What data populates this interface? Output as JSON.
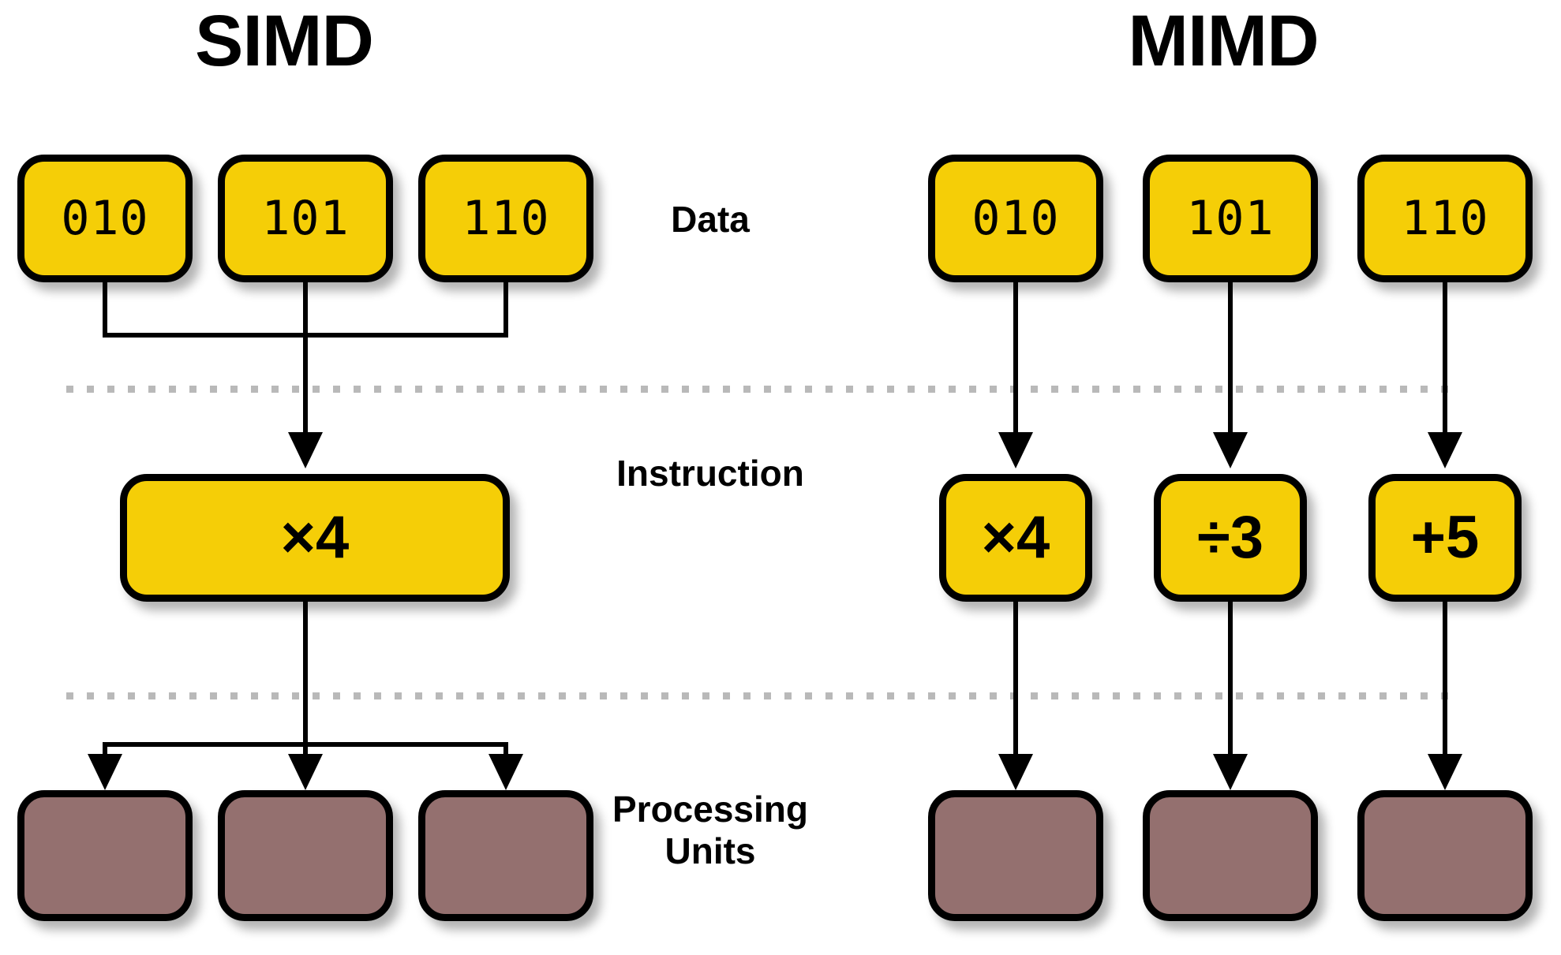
{
  "titles": {
    "left": "SIMD",
    "right": "MIMD"
  },
  "row_labels": {
    "data": "Data",
    "instruction": "Instruction",
    "processing_units": "Processing\nUnits"
  },
  "colors": {
    "data_box": "#F5CE07",
    "instruction_box": "#F5CE07",
    "processing_unit_box": "#94706F",
    "outline": "#000000",
    "separator": "#B9B9B9",
    "background": "#FFFFFF"
  },
  "simd": {
    "data": [
      {
        "value": "010"
      },
      {
        "value": "101"
      },
      {
        "value": "110"
      }
    ],
    "instructions": [
      {
        "value": "×4"
      }
    ],
    "processing_units": [
      {
        "value": ""
      },
      {
        "value": ""
      },
      {
        "value": ""
      }
    ]
  },
  "mimd": {
    "data": [
      {
        "value": "010"
      },
      {
        "value": "101"
      },
      {
        "value": "110"
      }
    ],
    "instructions": [
      {
        "value": "×4"
      },
      {
        "value": "÷3"
      },
      {
        "value": "+5"
      }
    ],
    "processing_units": [
      {
        "value": ""
      },
      {
        "value": ""
      },
      {
        "value": ""
      }
    ]
  }
}
